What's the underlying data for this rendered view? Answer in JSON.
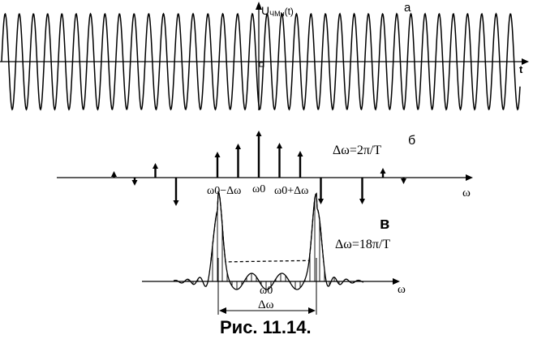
{
  "panel_a": {
    "letter": "a",
    "y_axis_label": "U",
    "y_axis_subscript": "ЧМн",
    "y_axis_arg": "(t)",
    "x_axis_label": "t"
  },
  "panel_b": {
    "letter": "б",
    "delta": "Δω=2π/T",
    "axis_label": "ω",
    "tick_left": "ω0−Δω",
    "tick_center": "ω0",
    "tick_right": "ω0+Δω",
    "lines": [
      {
        "offset": -4,
        "amplitude": 0.08
      },
      {
        "offset": -3,
        "amplitude": -0.1
      },
      {
        "offset": -2,
        "amplitude": 0.18
      },
      {
        "offset": -1,
        "amplitude": -0.35
      },
      {
        "offset": 0,
        "amplitude": 0.0
      },
      {
        "offset": 1,
        "amplitude": 0.32
      },
      {
        "offset": 2,
        "amplitude": 0.42
      },
      {
        "offset": 3,
        "amplitude": 0.58
      },
      {
        "offset": 4,
        "amplitude": 0.43
      },
      {
        "offset": 5,
        "amplitude": 0.33
      },
      {
        "offset": 6,
        "amplitude": -0.33
      },
      {
        "offset": 7,
        "amplitude": 0.0
      },
      {
        "offset": 8,
        "amplitude": -0.33
      },
      {
        "offset": 9,
        "amplitude": 0.12
      },
      {
        "offset": 10,
        "amplitude": -0.08
      }
    ]
  },
  "panel_v": {
    "letter": "в",
    "delta": "Δω=18π/T",
    "axis_label": "ω",
    "center_label": "ω0",
    "bandwidth_label": "Δω"
  },
  "caption": "Рис. 11.14."
}
